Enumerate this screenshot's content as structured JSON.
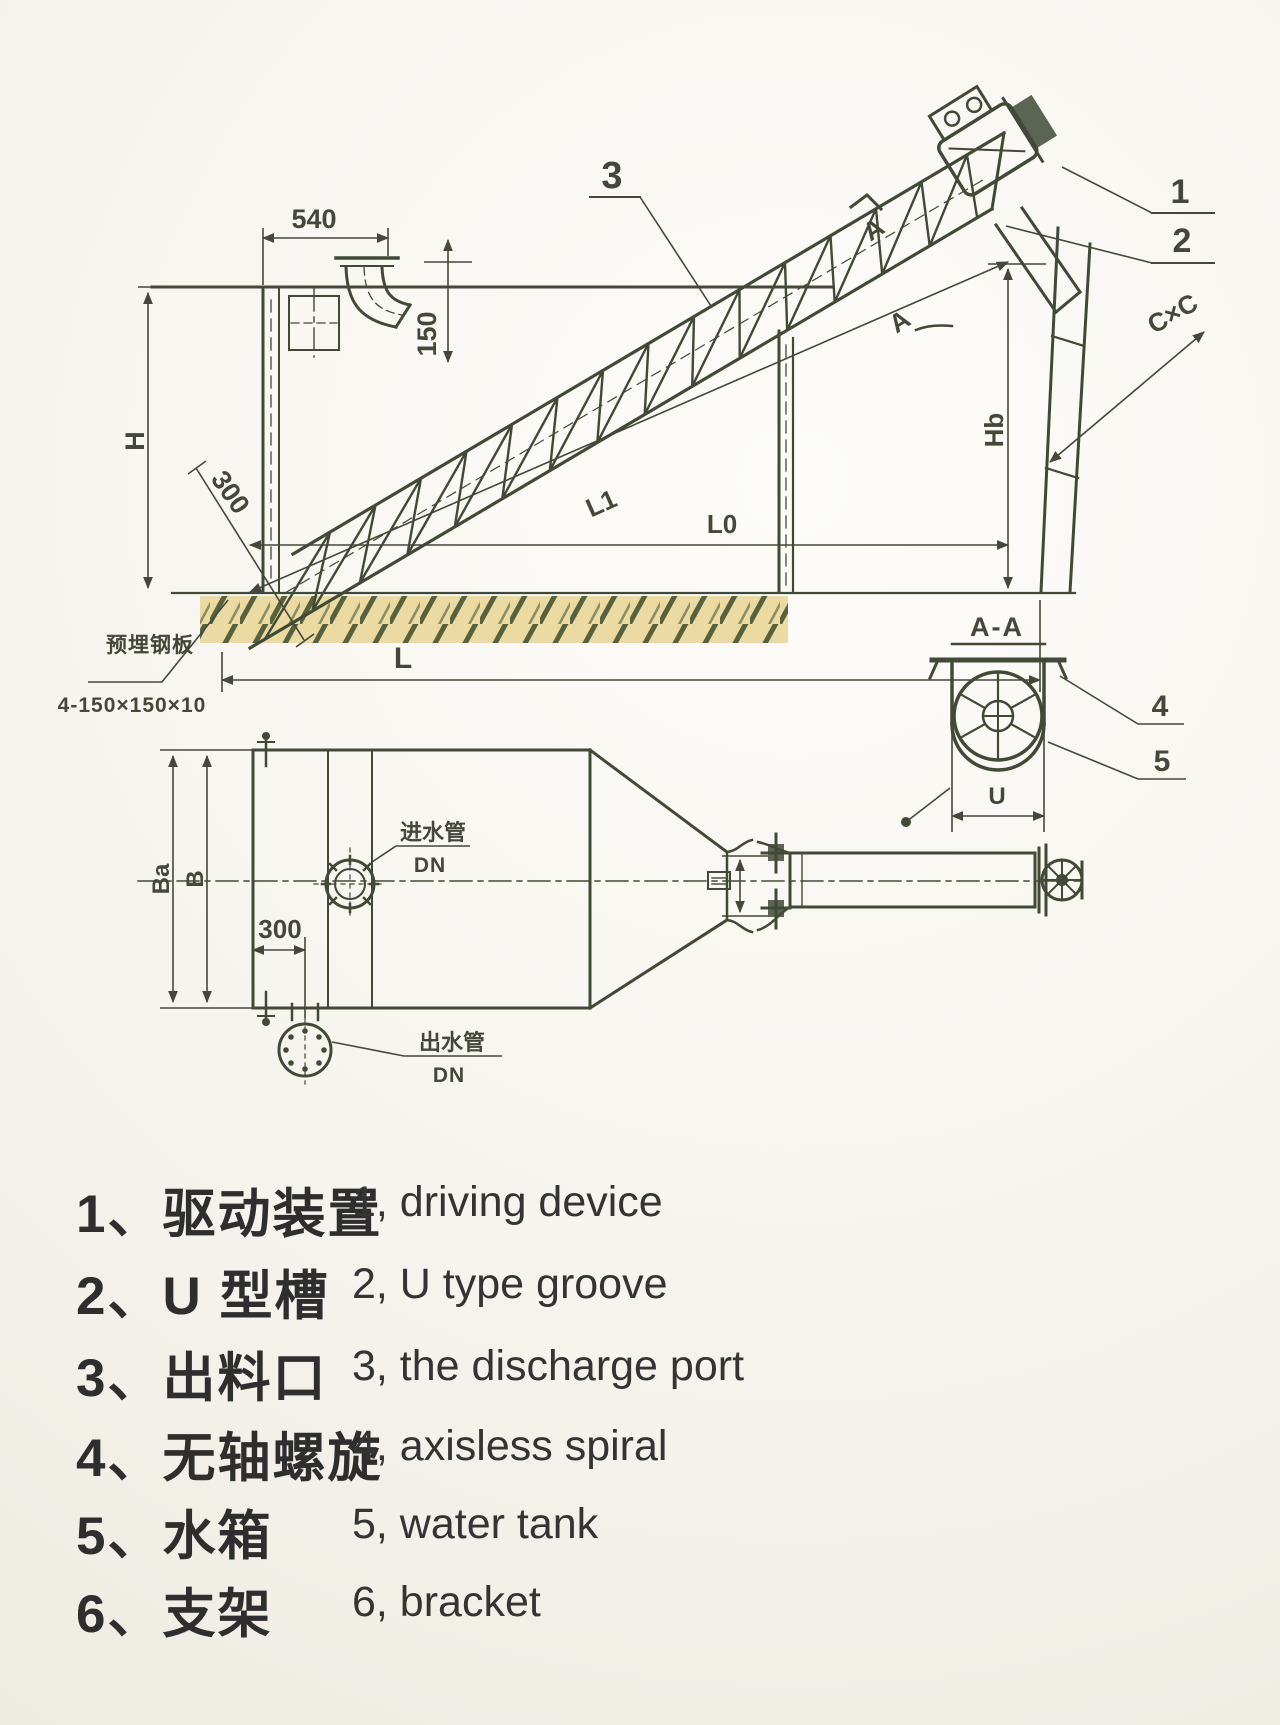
{
  "colors": {
    "paper": "#f6f4ee",
    "line": "#414a36",
    "dim": "#43483a",
    "hatch_fill": "#ebdba2",
    "text": "#303030"
  },
  "side_view": {
    "callout_1": "1",
    "callout_2": "2",
    "callout_3": "3",
    "dim_540": "540",
    "dim_150": "150",
    "dim_h": "H",
    "dim_300": "300",
    "dim_l1": "L1",
    "dim_l0": "L0",
    "dim_l": "L",
    "dim_hb": "Hb",
    "dim_cxc": "C×C",
    "section_mark_upper": "A",
    "section_mark_lower": "A",
    "plate_note_line1": "预埋钢板",
    "plate_note_line2": "4-150×150×10"
  },
  "section_aa": {
    "title": "A-A",
    "dim_u": "U",
    "callout_4": "4",
    "callout_5": "5"
  },
  "plan_view": {
    "dim_ba": "Ba",
    "dim_b": "B",
    "dim_300": "300",
    "inlet_name": "进水管",
    "inlet_dn": "DN",
    "outlet_name": "出水管",
    "outlet_dn": "DN"
  },
  "legend": {
    "items": [
      {
        "cn": "1、驱动装置",
        "en": "1, driving device"
      },
      {
        "cn": "2、U 型槽",
        "en": "2, U type groove"
      },
      {
        "cn": "3、出料口",
        "en": "3, the discharge port"
      },
      {
        "cn": "4、无轴螺旋",
        "en": "4, axisless spiral"
      },
      {
        "cn": "5、水箱",
        "en": "5, water tank"
      },
      {
        "cn": "6、支架",
        "en": "6, bracket"
      }
    ]
  }
}
